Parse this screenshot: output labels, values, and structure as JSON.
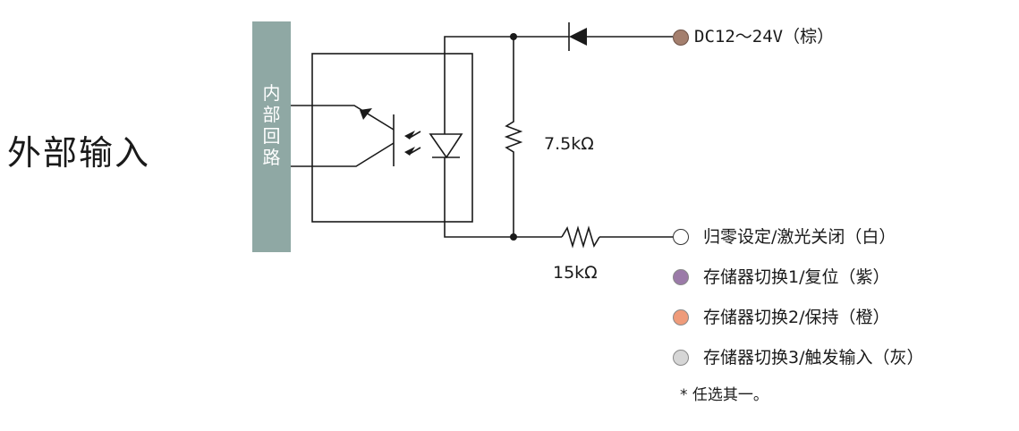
{
  "title": "外部输入",
  "block_chars": [
    "内",
    "部",
    "回",
    "路"
  ],
  "resistor_upper": "7.5kΩ",
  "resistor_lower": "15kΩ",
  "supply_label": "DC12～24V（棕）",
  "inputs": [
    {
      "label": "归零设定/激光关闭（白）",
      "color": "#ffffff"
    },
    {
      "label": "存储器切换1/复位（紫）",
      "color": "#9b7aa8"
    },
    {
      "label": "存储器切换2/保持（橙）",
      "color": "#ef9b7a"
    },
    {
      "label": "存储器切换3/触发输入（灰）",
      "color": "#d6d6d6"
    }
  ],
  "supply_color": "#a47f6e",
  "note": "* 任选其一。"
}
